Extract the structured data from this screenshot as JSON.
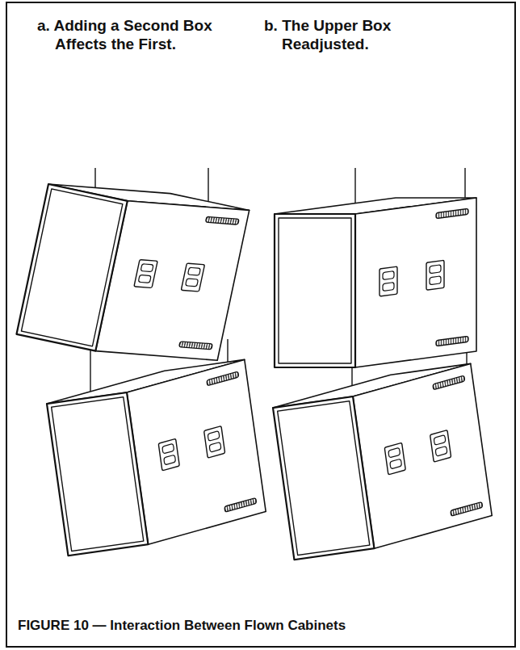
{
  "diagram": {
    "caption": "FIGURE 10 — Interaction Between Flown Cabinets",
    "labels": [
      "a. Adding a Second Box Affects the First.",
      "b. The Upper Box Readjusted."
    ]
  }
}
